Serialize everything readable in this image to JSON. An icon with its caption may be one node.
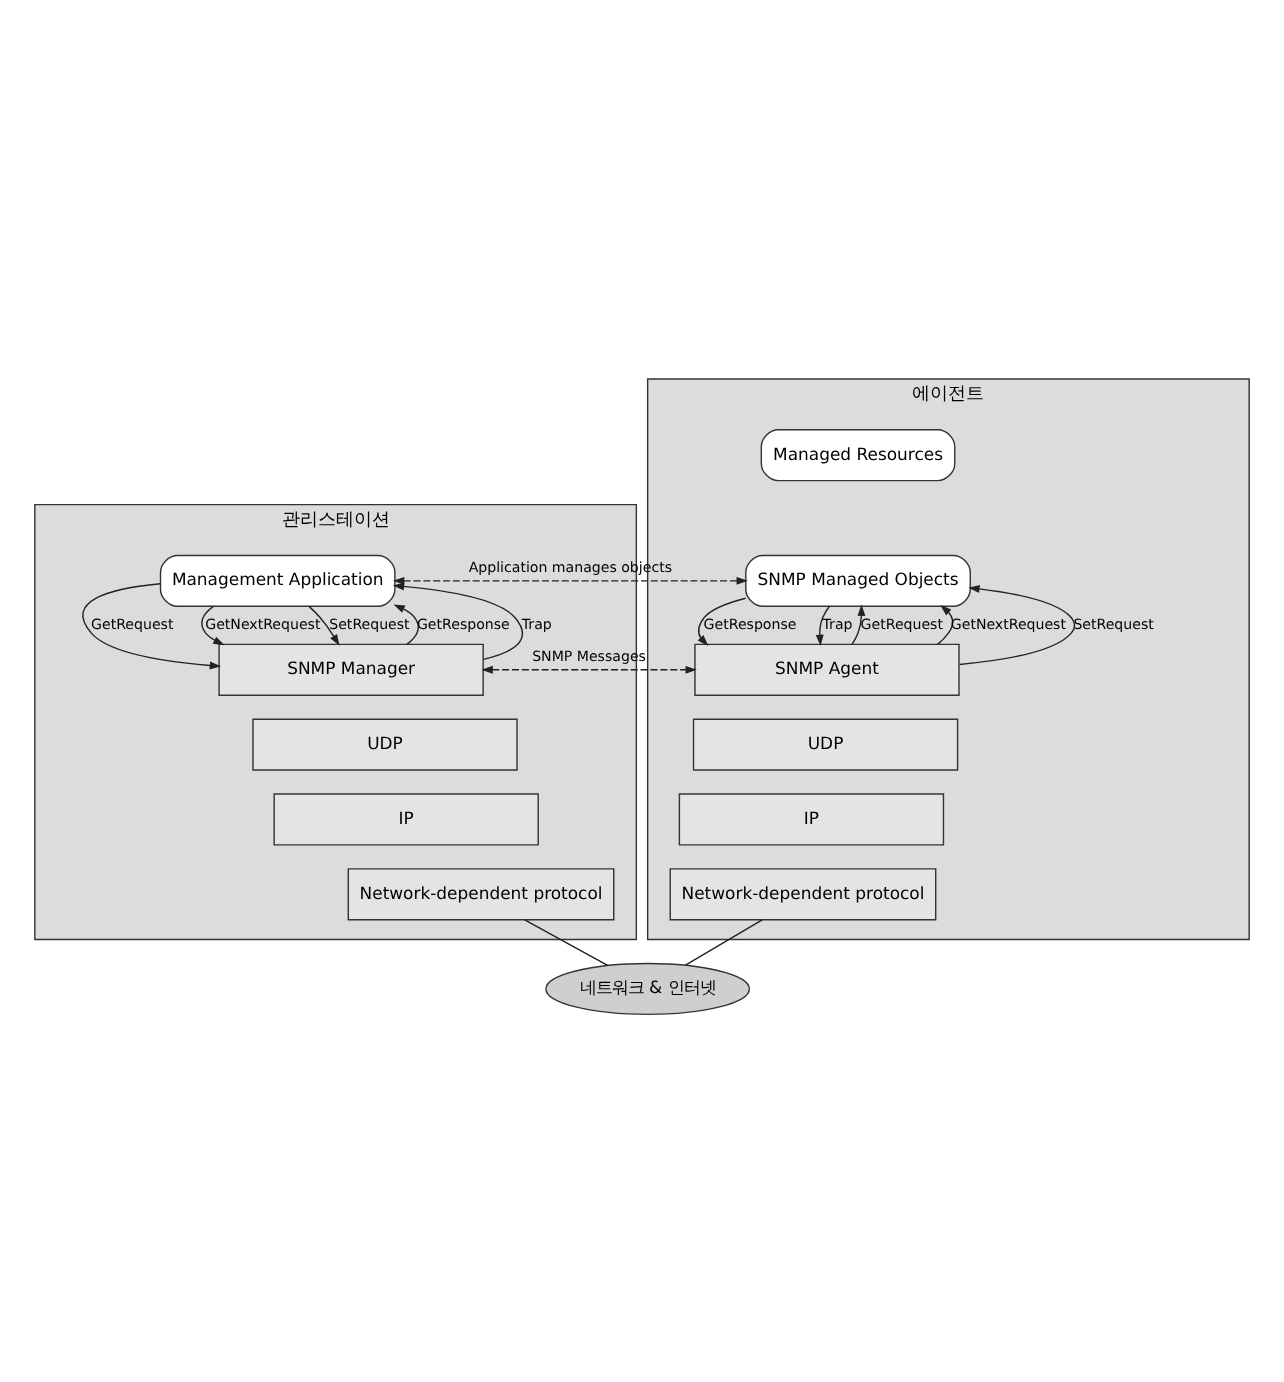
{
  "diagram": {
    "nodes": [
      {
        "text": [
          "관리스테이션"
        ]
      },
      {
        "text": [
          "Management Application"
        ],
        "in": 0
      },
      {
        "text": [
          "SNMP Manager"
        ],
        "in": 0
      },
      {
        "text": [
          "UDP"
        ],
        "in": 0
      },
      {
        "text": [
          "IP"
        ],
        "in": 0
      },
      {
        "text": [
          "Network-dependent protocol"
        ],
        "in": 0
      },
      {
        "text": [
          "에이전트"
        ]
      },
      {
        "text": [
          "Managed Resources"
        ],
        "in": 6
      },
      {
        "text": [
          "SNMP Managed Objects"
        ],
        "in": 6
      },
      {
        "text": [
          "SNMP Agent"
        ],
        "in": 6
      },
      {
        "text": [
          "UDP"
        ],
        "in": 6
      },
      {
        "text": [
          "IP"
        ],
        "in": 6
      },
      {
        "text": [
          "Network-dependent protocol"
        ],
        "in": 6
      },
      {
        "text": [
          "네트워크 & 인터넷"
        ]
      }
    ],
    "edges": [
      {
        "from": 1,
        "to": 2,
        "arrow": "to",
        "label": "GetRequest"
      },
      {
        "from": 1,
        "to": 2,
        "arrow": "to",
        "label": "GetNextRequest"
      },
      {
        "from": 1,
        "to": 2,
        "arrow": "to",
        "label": "SetRequest"
      },
      {
        "from": 2,
        "to": 1,
        "arrow": "to",
        "label": "GetResponse"
      },
      {
        "from": 2,
        "to": 1,
        "arrow": "to",
        "label": "Trap"
      },
      {
        "from": 9,
        "to": 8,
        "arrow": "to",
        "label": "GetRequest"
      },
      {
        "from": 9,
        "to": 8,
        "arrow": "to",
        "label": "GetNextRequest"
      },
      {
        "from": 9,
        "to": 8,
        "arrow": "to",
        "label": "SetRequest"
      },
      {
        "from": 8,
        "to": 9,
        "arrow": "to",
        "label": "GetResponse"
      },
      {
        "from": 8,
        "to": 9,
        "arrow": "to",
        "label": "Trap"
      },
      {
        "from": 1,
        "to": 8,
        "arrow": "both",
        "style": "dashed",
        "label": "Application manages objects"
      },
      {
        "from": 2,
        "to": 9,
        "arrow": "both",
        "style": "dashed",
        "label": "SNMP Messages"
      },
      {
        "from": 5,
        "to": 13,
        "arrow": "none"
      },
      {
        "from": 12,
        "to": 13,
        "arrow": "none"
      }
    ]
  }
}
